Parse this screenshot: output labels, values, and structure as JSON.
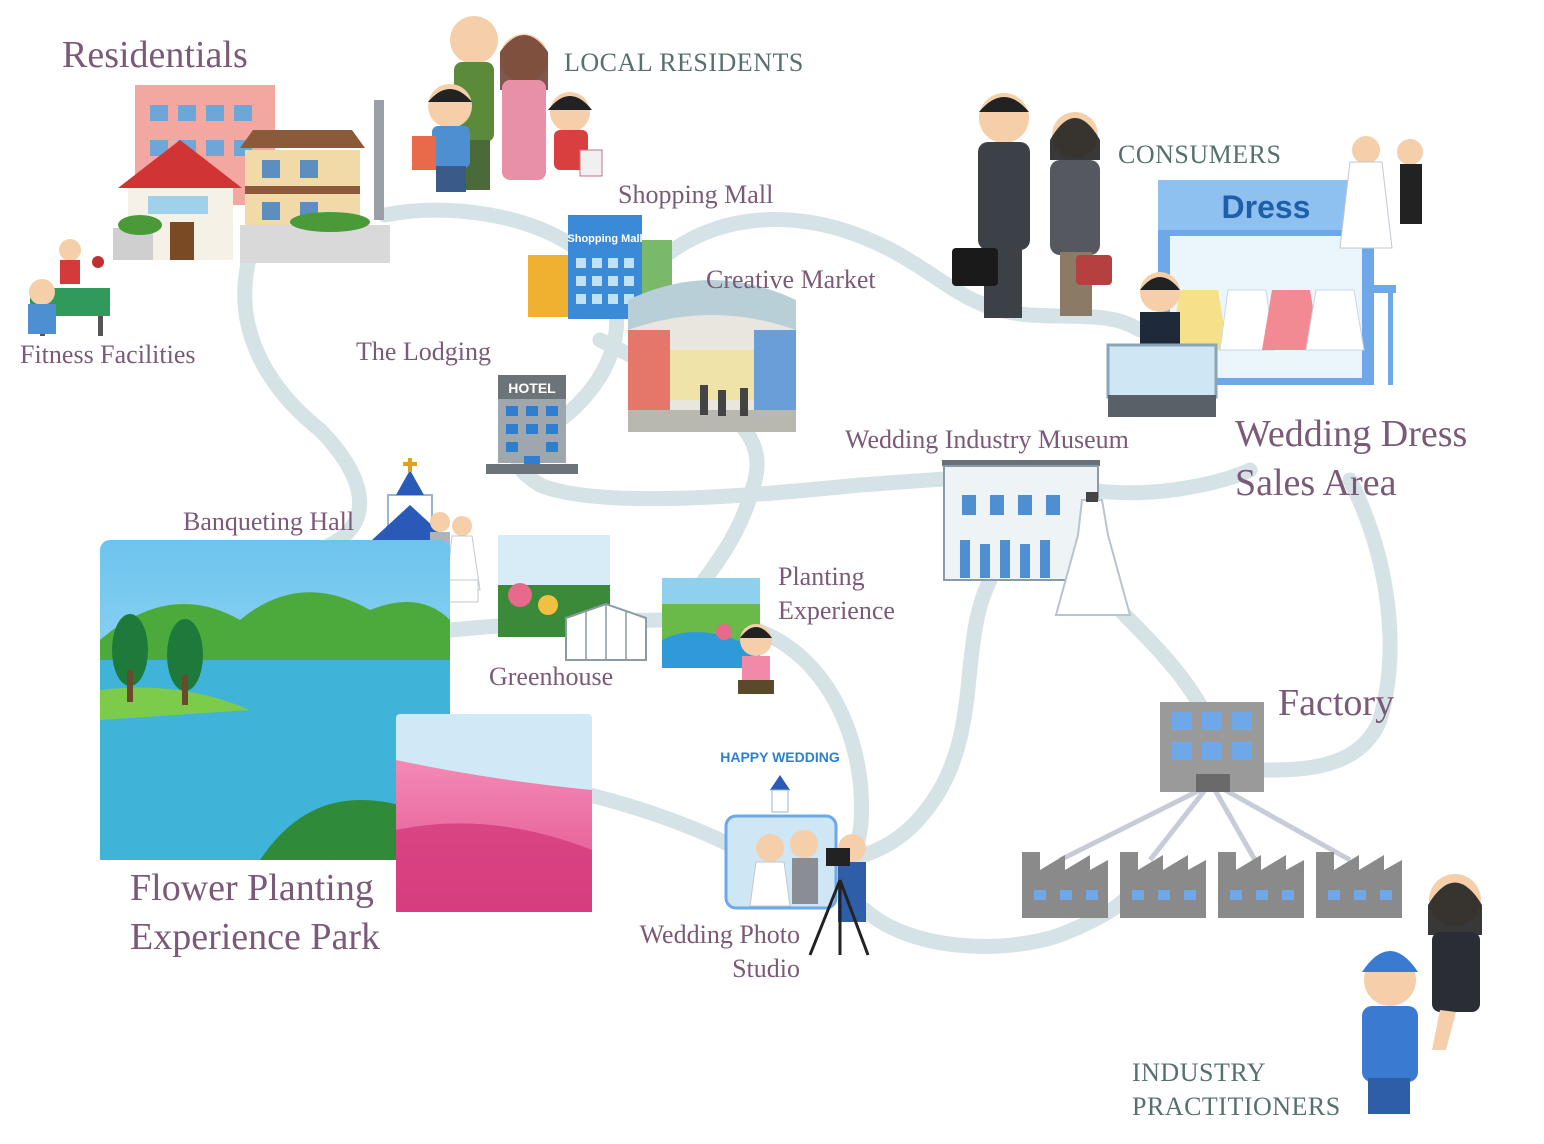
{
  "colors": {
    "path": "#d5e2e6",
    "label_purple": "#7b5a78",
    "label_teal": "#56706e",
    "sky": "#8fd0ee",
    "lake": "#3fb4d8",
    "hill_green": "#4caa3c",
    "flower_pink": "#ec5f9a",
    "factory_gray": "#8a8a8a",
    "dress_blue": "#2e7fd0"
  },
  "labels": {
    "residentials": "Residentials",
    "local_residents": "LOCAL RESIDENTS",
    "consumers": "CONSUMERS",
    "shopping_mall": "Shopping Mall",
    "creative_market": "Creative Market",
    "fitness": "Fitness Facilities",
    "lodging": "The Lodging",
    "museum": "Wedding Industry Museum",
    "dress_area": "Wedding Dress Sales Area",
    "banquet": "Banqueting Hall",
    "planting": "Planting Experience",
    "greenhouse": "Greenhouse",
    "factory": "Factory",
    "park": "Flower Planting Experience Park",
    "photo_studio": "Wedding Photo Studio",
    "practitioners": "INDUSTRY PRACTITIONERS"
  },
  "signs": {
    "dress": "Dress",
    "mall": "Shopping Mall",
    "hotel": "HOTEL",
    "happy_wedding": "HAPPY WEDDING"
  },
  "icons": [
    "residential-buildings-icon",
    "local-residents-family-icon",
    "couple-consumers-icon",
    "bride-and-clerk-icon",
    "shop-clerk-icon",
    "jewelry-case-icon",
    "shopping-mall-icon",
    "creative-market-arcade-icon",
    "table-tennis-players-icon",
    "hotel-icon",
    "chapel-icon",
    "wedding-couple-icon",
    "museum-icon",
    "wedding-dress-icon",
    "greenhouse-icon",
    "planting-experience-icon",
    "lake-landscape-icon",
    "flower-field-icon",
    "photo-studio-icon",
    "factory-building-icon",
    "factory-row-icon",
    "industry-workers-icon"
  ]
}
